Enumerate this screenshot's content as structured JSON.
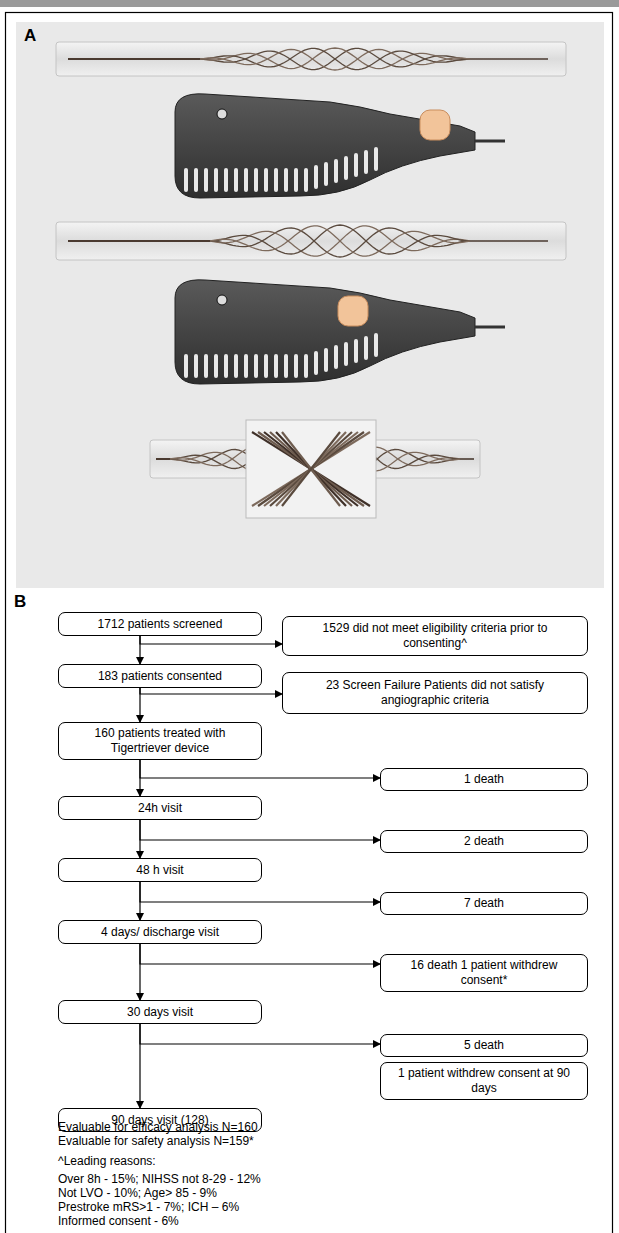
{
  "diagram": {
    "nodes": [
      {
        "text": [
          "1712 patients screened"
        ]
      },
      {
        "text": [
          "1529 did not meet eligibility criteria prior to consenting^"
        ]
      },
      {
        "text": [
          "183 patients consented"
        ]
      },
      {
        "text": [
          "23 Screen Failure Patients did not satisfy angiographic criteria"
        ]
      },
      {
        "text": [
          "160 patients treated with Tigertriever device"
        ]
      },
      {
        "text": [
          "1 death"
        ]
      },
      {
        "text": [
          "24h visit"
        ]
      },
      {
        "text": [
          "2 death"
        ]
      },
      {
        "text": [
          "48 h visit"
        ]
      },
      {
        "text": [
          "7 death"
        ]
      },
      {
        "text": [
          "4 days/ discharge visit"
        ]
      },
      {
        "text": [
          "16 death 1 patient withdrew consent*"
        ]
      },
      {
        "text": [
          "30 days visit"
        ]
      },
      {
        "text": [
          "5 death"
        ]
      },
      {
        "text": [
          "1 patient withdrew consent at 90 days"
        ]
      },
      {
        "text": [
          "90 days visit (128)"
        ]
      }
    ],
    "edges": [
      {
        "from": 0,
        "to": 2,
        "arrow": "to"
      },
      {
        "from": 0,
        "to": 1,
        "arrow": "to"
      },
      {
        "from": 2,
        "to": 4,
        "arrow": "to"
      },
      {
        "from": 2,
        "to": 3,
        "arrow": "to"
      },
      {
        "from": 4,
        "to": 6,
        "arrow": "to"
      },
      {
        "from": 4,
        "to": 5,
        "arrow": "to"
      },
      {
        "from": 6,
        "to": 8,
        "arrow": "to"
      },
      {
        "from": 6,
        "to": 7,
        "arrow": "to"
      },
      {
        "from": 8,
        "to": 10,
        "arrow": "to"
      },
      {
        "from": 8,
        "to": 9,
        "arrow": "to"
      },
      {
        "from": 10,
        "to": 12,
        "arrow": "to"
      },
      {
        "from": 10,
        "to": 11,
        "arrow": "to"
      },
      {
        "from": 12,
        "to": 15,
        "arrow": "to"
      },
      {
        "from": 12,
        "to": 13,
        "arrow": "to"
      }
    ],
    "labels": [
      "A",
      "B",
      "Evaluable for efficacy analysis N=160",
      "Evaluable for safety analysis N=159*",
      "^Leading reasons:",
      "Over 8h - 15%; NIHSS not 8-29 - 12%",
      "Not LVO - 10%; Age> 85 - 9%",
      "Prestroke mRS>1 - 7%; ICH – 6%",
      "Informed consent - 6%"
    ]
  }
}
